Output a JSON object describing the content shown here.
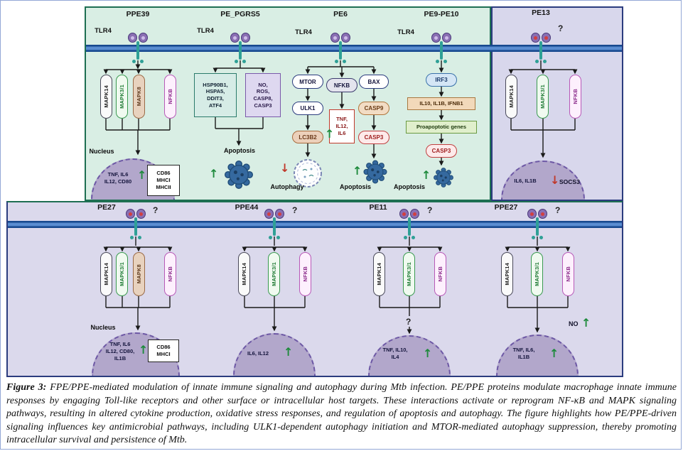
{
  "icons": {
    "up_arrow": "↑",
    "down_arrow": "↓"
  },
  "top": {
    "ppe39": {
      "title": "PPE39",
      "receptor": "TLR4",
      "pills": [
        "MAPK14",
        "MAPK3/1",
        "MAPK8",
        "NFKB"
      ],
      "nucleus": "Nucleus",
      "dome_text": "TNF, IL6\nIL12, CD80",
      "mhc_box": "CD86\nMHCI\nMHCII"
    },
    "pe_pgrs5": {
      "title": "PE_PGRS5",
      "receptor": "TLR4",
      "stress_box": "HSP90B1,\nHSPA5,\nDDIT3,\nATF4",
      "ros_box": "NO,\nROS,\nCASP8,\nCASP3",
      "outcome": "Apoptosis"
    },
    "pe6": {
      "title": "PE6",
      "receptor": "TLR4",
      "mtor": "MTOR",
      "nfkb": "NFKB",
      "bax": "BAX",
      "ulk1": "ULK1",
      "lc3b2": "LC3B2",
      "cytokines": "TNF,\nIL12,\nIL6",
      "casp9": "CASP9",
      "casp3": "CASP3",
      "autophagy": "Autophagy",
      "apoptosis": "Apoptosis"
    },
    "pe9_pe10": {
      "title": "PE9-PE10",
      "receptor": "TLR4",
      "irf3": "IRF3",
      "cytokines": "IL10, IL1B, IFNB1",
      "proapoptotic": "Proapoptotic genes",
      "casp3": "CASP3",
      "apoptosis": "Apoptosis"
    },
    "pe13": {
      "title": "PE13",
      "question": "?",
      "pills": [
        "MAPK14",
        "MAPK3/1",
        "NFKB"
      ],
      "dome_text": "IL6, IL1B",
      "socs3": "SOCS3"
    }
  },
  "bottom": {
    "pe27": {
      "title": "PE27",
      "question": "?",
      "pills": [
        "MAPK14",
        "MAPK3/1",
        "MAPK8",
        "NFKB"
      ],
      "nucleus": "Nucleus",
      "dome_text": "TNF, IL6\nIL12, CD80,\nIL1B",
      "mhc_box": "CD86\nMHCI"
    },
    "ppe44": {
      "title": "PPE44",
      "question": "?",
      "pills": [
        "MAPK14",
        "MAPK3/1",
        "NFKB"
      ],
      "dome_text": "IL6, IL12"
    },
    "pe11": {
      "title": "PE11",
      "question": "?",
      "pills": [
        "MAPK14",
        "MAPK3/1",
        "NFKB"
      ],
      "path_question": "?",
      "dome_text": "TNF, IL10,\nIL4"
    },
    "ppe27": {
      "title": "PPE27",
      "question": "?",
      "pills": [
        "MAPK14",
        "MAPK3/1",
        "NFKB"
      ],
      "dome_text": "TNF, IL6,\nIL1B",
      "no_label": "NO"
    }
  },
  "caption": {
    "label": "Figure 3:",
    "text": " FPE/PPE-mediated modulation of innate immune signaling and autophagy during Mtb infection. PE/PPE proteins modulate macrophage innate immune responses by engaging Toll-like receptors and other surface or intracellular host targets. These interactions activate or reprogram NF-κB and MAPK signaling pathways, resulting in altered cytokine production, oxidative stress responses, and regulation of apoptosis and autophagy. The figure highlights how PE/PPE-driven signaling influences key antimicrobial pathways, including ULK1-dependent autophagy initiation and MTOR-mediated autophagy suppression, thereby promoting intracellular survival and persistence of Mtb."
  },
  "colors": {
    "membrane_blue": "#5b8ed2",
    "panel_mint": "#d9eee4",
    "panel_lavender": "#dbd9ec",
    "panel_pe13": "#d8d7ec",
    "up_green": "#1e8a3c",
    "down_red": "#c0392b"
  }
}
